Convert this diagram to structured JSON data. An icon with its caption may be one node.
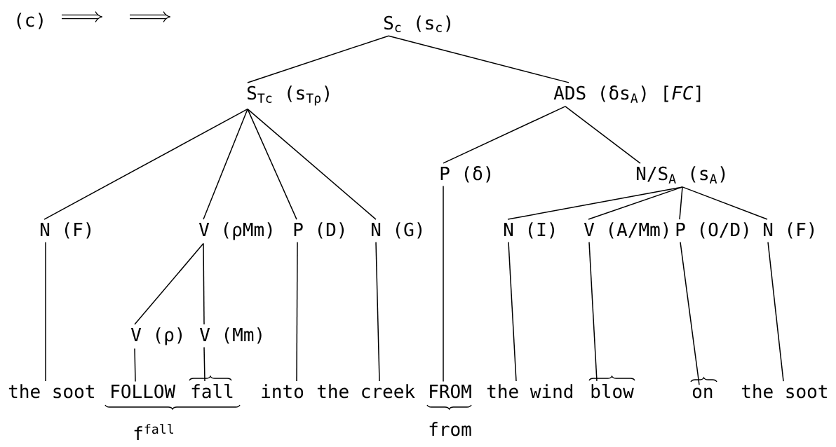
{
  "diagram": {
    "nodes": [
      {
        "text": [
          "S$_{c}$ (s$_{c}$)"
        ]
      },
      {
        "text": [
          "S$_{Tc}$ (s$_{Tρ}$)"
        ]
      },
      {
        "text": [
          "ADS (δs$_{A}$) [*FC*]"
        ]
      },
      {
        "text": [
          "N (F)"
        ]
      },
      {
        "text": [
          "V (ρMm)"
        ]
      },
      {
        "text": [
          "P (D)"
        ]
      },
      {
        "text": [
          "N (G)"
        ]
      },
      {
        "text": [
          "P (δ)"
        ]
      },
      {
        "text": [
          "N/S$_{A}$ (s$_{A}$)"
        ]
      },
      {
        "text": [
          "N (I)"
        ]
      },
      {
        "text": [
          "V (A/Mm)"
        ]
      },
      {
        "text": [
          "P (O/D)"
        ]
      },
      {
        "text": [
          "N (F)"
        ]
      },
      {
        "text": [
          "V (ρ)"
        ]
      },
      {
        "text": [
          "V (Mm)"
        ]
      },
      {
        "text": [
          "the soot"
        ]
      },
      {
        "text": [
          "FOLLOW"
        ]
      },
      {
        "text": [
          "fall"
        ]
      },
      {
        "text": [
          "into"
        ]
      },
      {
        "text": [
          "the creek"
        ]
      },
      {
        "text": [
          "FROM"
        ]
      },
      {
        "text": [
          "the wind"
        ]
      },
      {
        "text": [
          "blow"
        ]
      },
      {
        "text": [
          "on"
        ]
      },
      {
        "text": [
          "the soot"
        ]
      }
    ],
    "edges": [
      {
        "from": 0,
        "to": 1,
        "arrow": "none"
      },
      {
        "from": 0,
        "to": 2,
        "arrow": "none"
      },
      {
        "from": 1,
        "to": 3,
        "arrow": "none"
      },
      {
        "from": 1,
        "to": 4,
        "arrow": "none"
      },
      {
        "from": 1,
        "to": 5,
        "arrow": "none"
      },
      {
        "from": 1,
        "to": 6,
        "arrow": "none"
      },
      {
        "from": 2,
        "to": 7,
        "arrow": "none"
      },
      {
        "from": 2,
        "to": 8,
        "arrow": "none"
      },
      {
        "from": 8,
        "to": 9,
        "arrow": "none"
      },
      {
        "from": 8,
        "to": 10,
        "arrow": "none"
      },
      {
        "from": 8,
        "to": 11,
        "arrow": "none"
      },
      {
        "from": 8,
        "to": 12,
        "arrow": "none"
      },
      {
        "from": 4,
        "to": 13,
        "arrow": "none"
      },
      {
        "from": 4,
        "to": 14,
        "arrow": "none"
      },
      {
        "from": 3,
        "to": 15,
        "arrow": "none"
      },
      {
        "from": 13,
        "to": 16,
        "arrow": "none"
      },
      {
        "from": 14,
        "to": 17,
        "arrow": "none"
      },
      {
        "from": 5,
        "to": 18,
        "arrow": "none"
      },
      {
        "from": 6,
        "to": 19,
        "arrow": "none"
      },
      {
        "from": 7,
        "to": 20,
        "arrow": "none"
      },
      {
        "from": 9,
        "to": 21,
        "arrow": "none"
      },
      {
        "from": 10,
        "to": 22,
        "arrow": "none"
      },
      {
        "from": 11,
        "to": 23,
        "arrow": "none"
      },
      {
        "from": 12,
        "to": 24,
        "arrow": "none"
      }
    ],
    "labels": [
      "(c)",
      "f$^{fall}$",
      "from"
    ]
  }
}
